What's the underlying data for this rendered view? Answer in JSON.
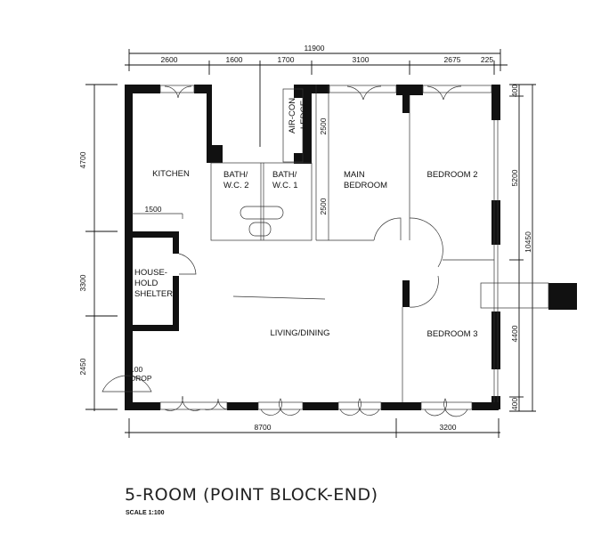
{
  "plan": {
    "title": "5-ROOM (POINT BLOCK-END)",
    "scale": "SCALE   1:100",
    "rooms": {
      "kitchen": "KITCHEN",
      "bath2_a": "BATH/",
      "bath2_b": "W.C. 2",
      "bath1_a": "BATH/",
      "bath1_b": "W.C. 1",
      "aircon_a": "AIR-CON",
      "aircon_b": "LEDGE",
      "main_a": "MAIN",
      "main_b": "BEDROOM",
      "bedroom2": "BEDROOM 2",
      "bedroom3": "BEDROOM 3",
      "shelter_a": "HOUSE-",
      "shelter_b": "HOLD",
      "shelter_c": "SHELTER",
      "living": "LIVING/DINING",
      "drop_a": "100",
      "drop_b": "DROP"
    },
    "dimensions": {
      "top_total": "11900",
      "top": [
        "2600",
        "1600",
        "1700",
        "3100",
        "2675",
        "225"
      ],
      "left": [
        "4700",
        "3300",
        "2450"
      ],
      "kitchen_inner": "1500",
      "main_bedroom": [
        "2500",
        "2500"
      ],
      "right": [
        "400",
        "5200",
        "4400",
        "400"
      ],
      "right_total": "10450",
      "bottom": [
        "8700",
        "3200"
      ]
    },
    "colors": {
      "ink": "#111111",
      "background": "#ffffff"
    }
  }
}
